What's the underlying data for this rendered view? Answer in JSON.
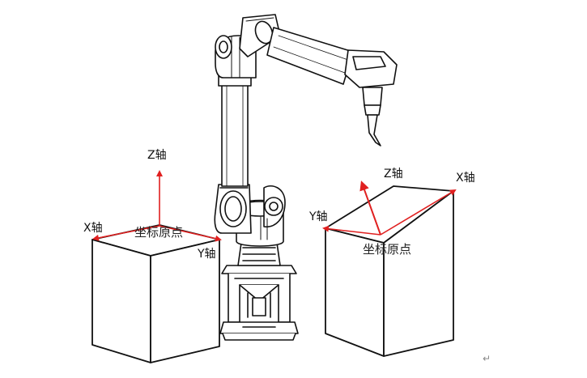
{
  "left_frame": {
    "z_label": "Z轴",
    "x_label": "X轴",
    "y_label": "Y轴",
    "origin_label": "坐标原点"
  },
  "right_frame": {
    "z_label": "Z轴",
    "x_label": "X轴",
    "y_label": "Y轴",
    "origin_label": "坐标原点"
  },
  "paragraph_mark": "↵",
  "colors": {
    "axis": "#e02020",
    "outline": "#111111"
  }
}
